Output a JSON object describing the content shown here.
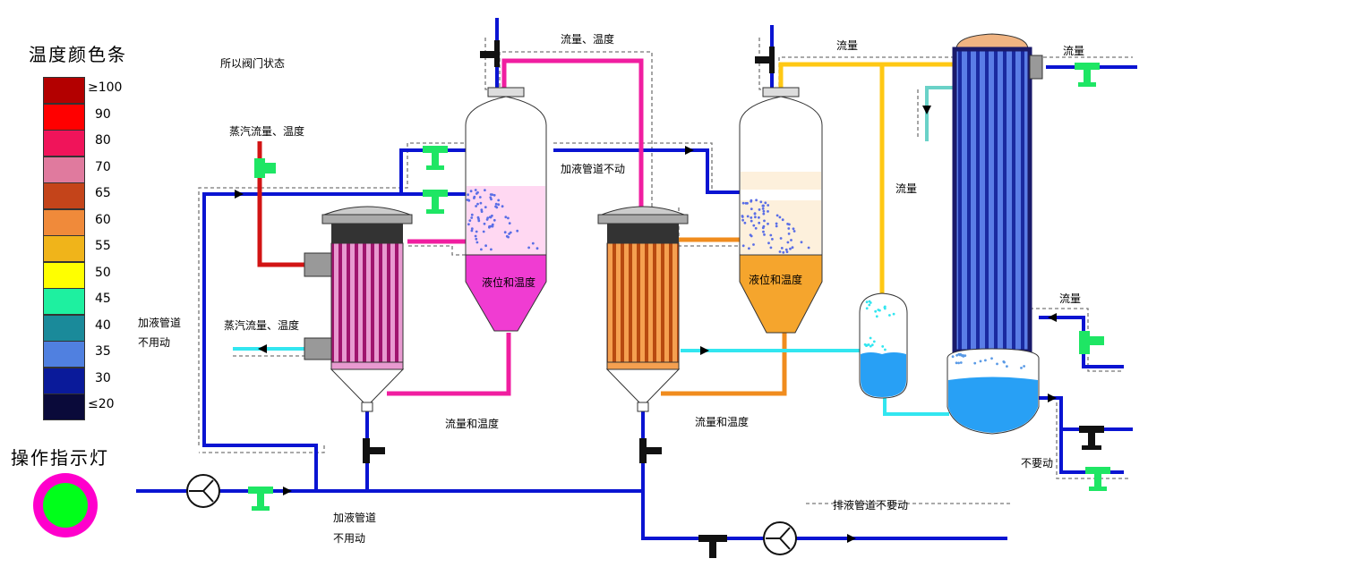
{
  "legend": {
    "title": "温度颜色条",
    "items": [
      {
        "label": "≥100",
        "color": "#b30000"
      },
      {
        "label": "90",
        "color": "#ff0000"
      },
      {
        "label": "80",
        "color": "#f0145a"
      },
      {
        "label": "70",
        "color": "#e07a9e"
      },
      {
        "label": "65",
        "color": "#c4441a"
      },
      {
        "label": "60",
        "color": "#f08a3a"
      },
      {
        "label": "55",
        "color": "#f0b41a"
      },
      {
        "label": "50",
        "color": "#ffff00"
      },
      {
        "label": "45",
        "color": "#1ef0a0"
      },
      {
        "label": "40",
        "color": "#1a8a9a"
      },
      {
        "label": "35",
        "color": "#5080e0"
      },
      {
        "label": "30",
        "color": "#0a1a9a"
      },
      {
        "label": "≤20",
        "color": "#0a0a3a"
      }
    ]
  },
  "indicator": {
    "title": "操作指示灯",
    "ring_color": "#ff00cc",
    "core_color": "#00ff1a"
  },
  "labels": {
    "valve_status": "所以阀门状态",
    "steam_in": "蒸汽流量、温度",
    "steam_out": "蒸汽流量、温度",
    "feed_unused_left_1": "加液管道",
    "feed_unused_left_2": "不用动",
    "feed_unused_bottom_1": "加液管道",
    "feed_unused_bottom_2": "不用动",
    "flow_temp_top": "流量、温度",
    "feed_fixed": "加液管道不动",
    "sep1_level": "液位和温度",
    "sep2_level": "液位和温度",
    "flow_temp_1": "流量和温度",
    "flow_temp_2": "流量和温度",
    "flow_top": "流量",
    "flow_mid": "流量",
    "flow_cond_out": "流量",
    "flow_right": "流量",
    "no_touch": "不要动",
    "discharge": "排液管道不要动"
  },
  "colors": {
    "pipe_blue": "#0a14d2",
    "pipe_pink": "#f01ea0",
    "pipe_red": "#d21414",
    "pipe_yellow": "#ffc814",
    "pipe_orange": "#f08c1e",
    "pipe_cyan": "#32e6f0",
    "liquid_pink": "#f03cd2",
    "liquid_orange": "#f5a52d",
    "liquid_blue": "#28a0f5",
    "valve_green": "#1ee664"
  }
}
